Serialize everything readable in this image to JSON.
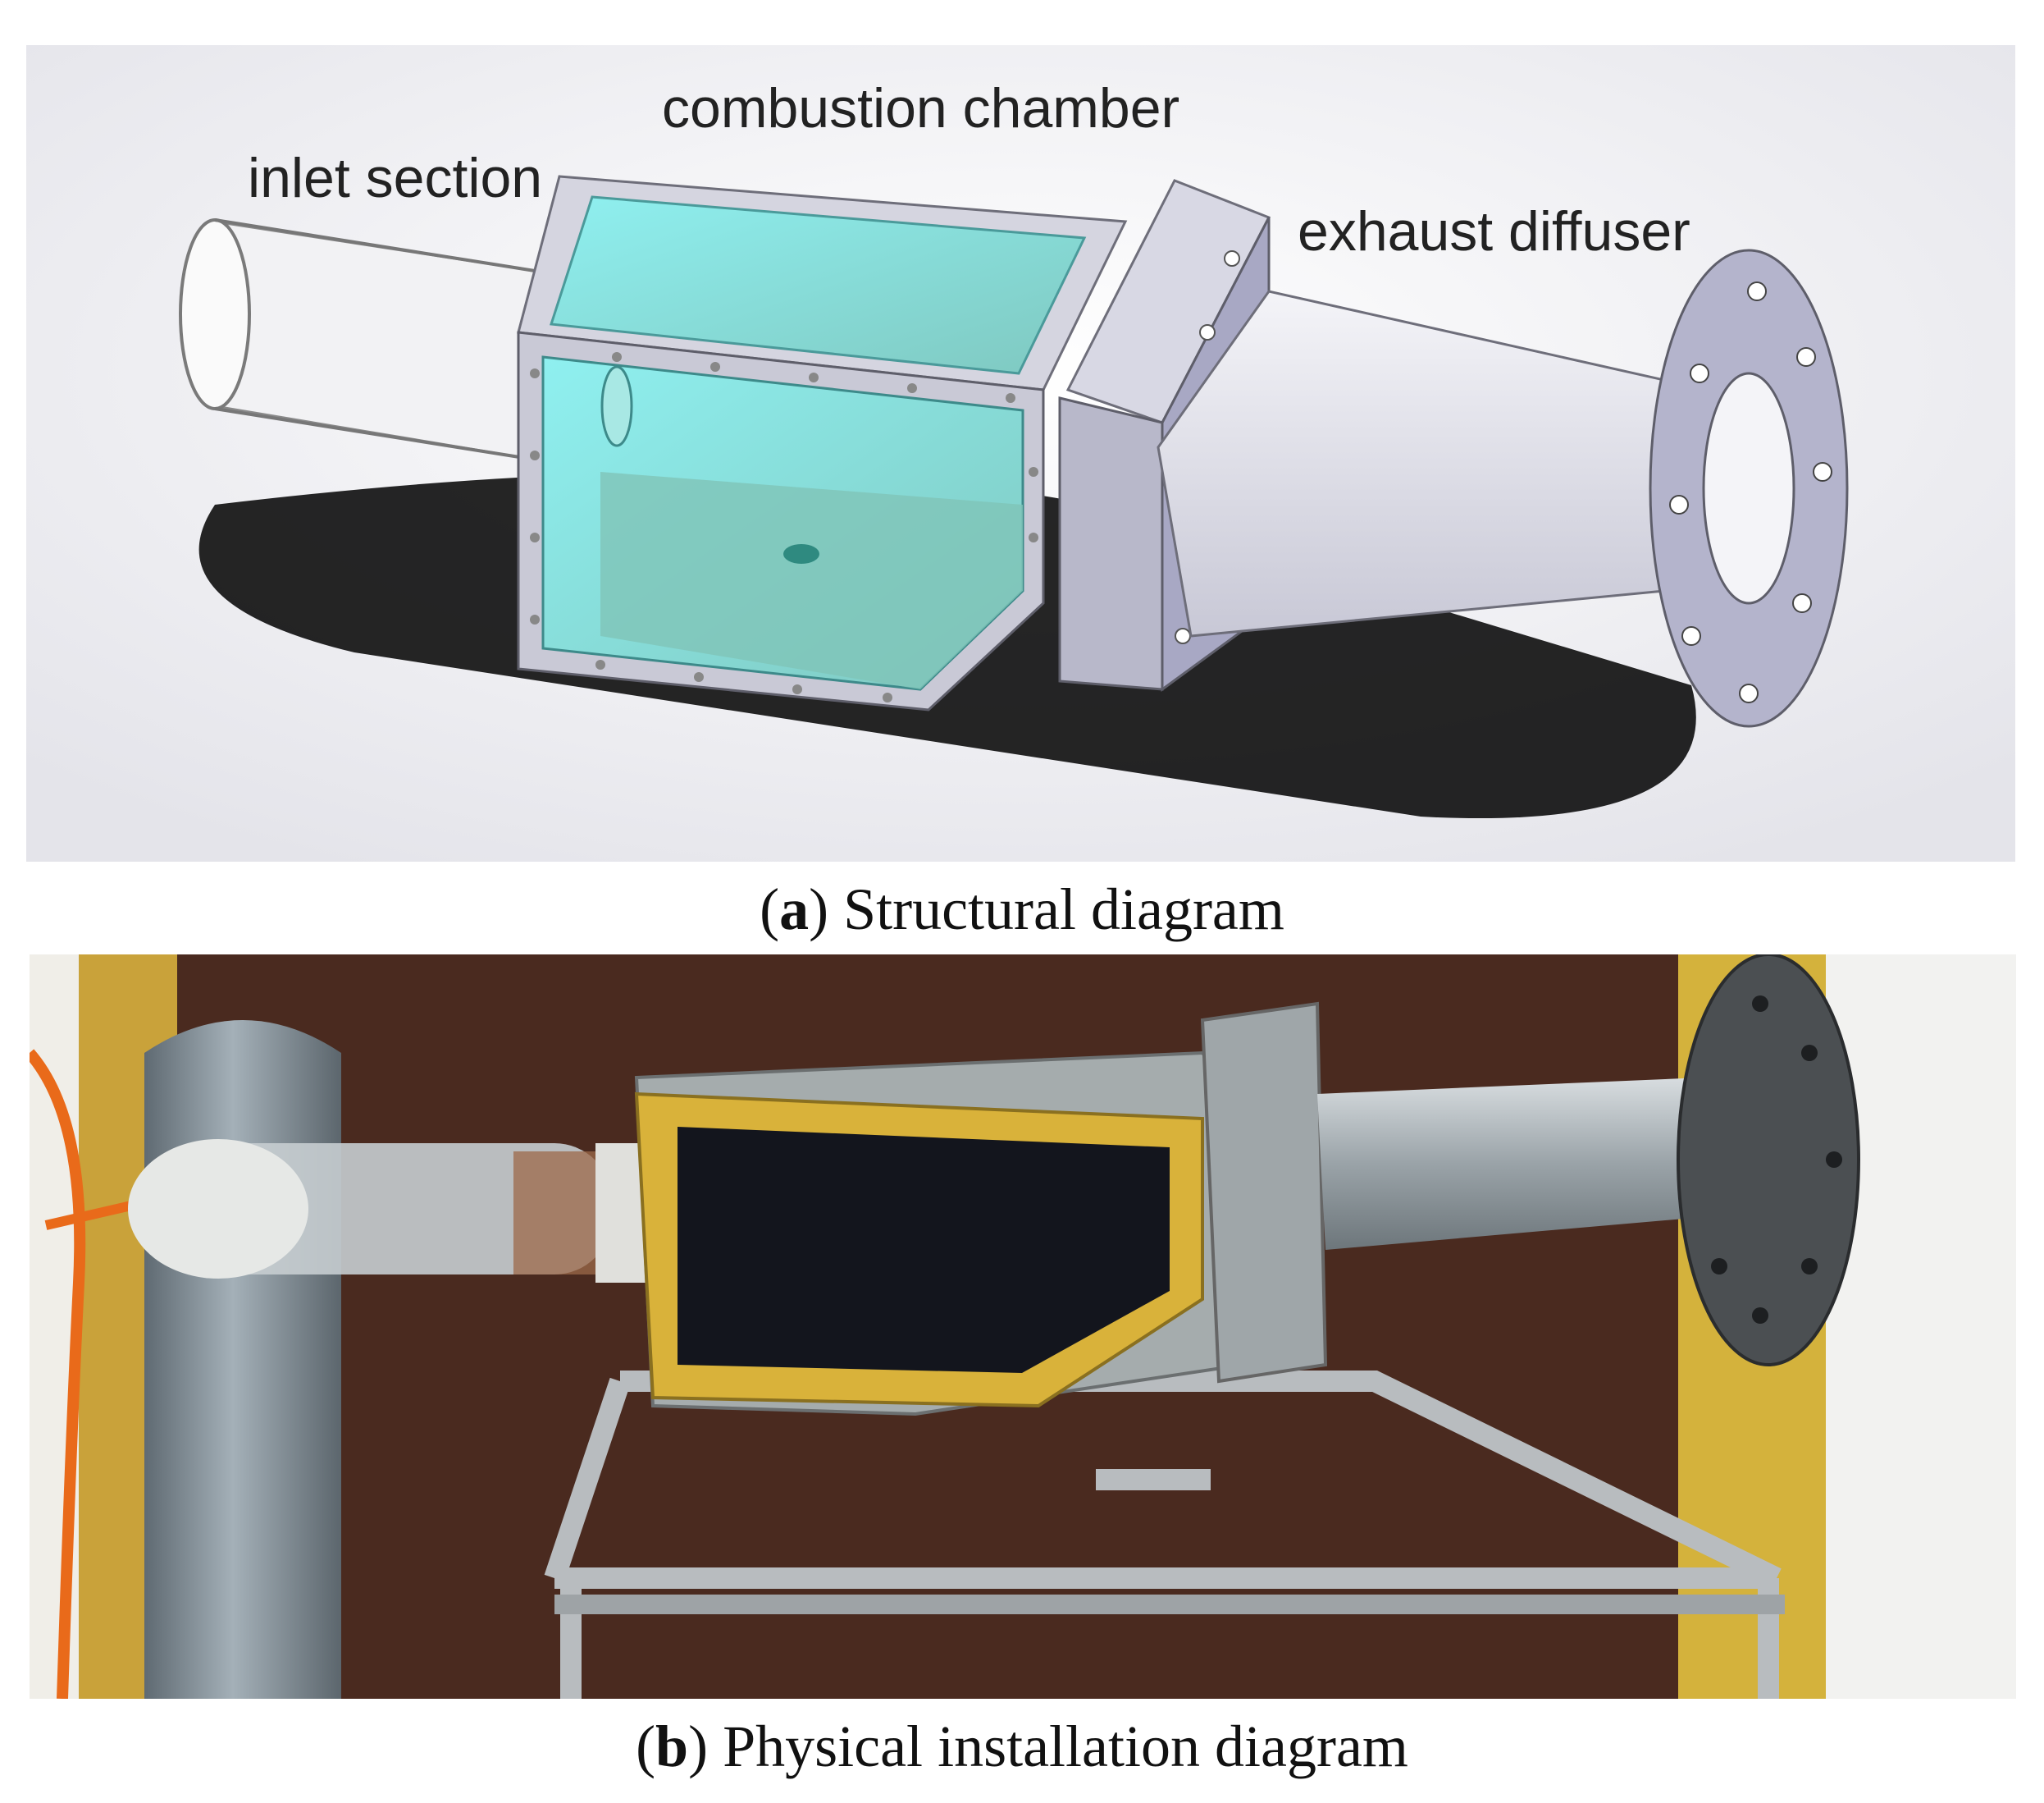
{
  "panel_a": {
    "labels": {
      "inlet": "inlet section",
      "chamber": "combustion chamber",
      "diffuser": "exhaust diffuser"
    },
    "caption_letter": "a",
    "caption_text": "Structural diagram"
  },
  "panel_b": {
    "caption_letter": "b",
    "caption_text": "Physical installation diagram"
  },
  "colors": {
    "glass": "#7fe6e6",
    "metal": "#c9c9d8",
    "wood": "#4a2a1f",
    "yellow_frame": "#d9b23a"
  }
}
